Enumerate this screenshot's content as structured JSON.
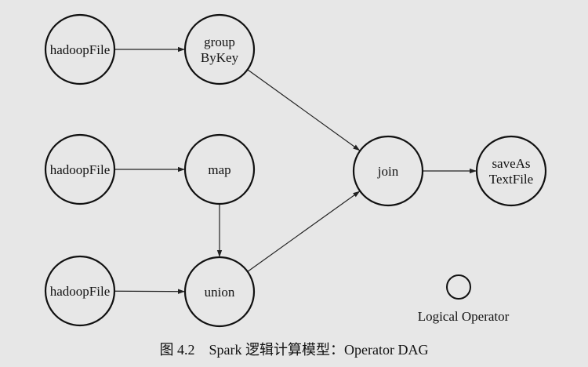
{
  "diagram": {
    "nodes": [
      {
        "id": "hf1",
        "lines": [
          "hadoopFile"
        ]
      },
      {
        "id": "hf2",
        "lines": [
          "hadoopFile"
        ]
      },
      {
        "id": "hf3",
        "lines": [
          "hadoopFile"
        ]
      },
      {
        "id": "groupByKey",
        "lines": [
          "group",
          "ByKey"
        ]
      },
      {
        "id": "map",
        "lines": [
          "map"
        ]
      },
      {
        "id": "union",
        "lines": [
          "union"
        ]
      },
      {
        "id": "join",
        "lines": [
          "join"
        ]
      },
      {
        "id": "saveAsTextFile",
        "lines": [
          "saveAs",
          "TextFile"
        ]
      }
    ],
    "edges": [
      {
        "from": "hf1",
        "to": "groupByKey"
      },
      {
        "from": "hf2",
        "to": "map"
      },
      {
        "from": "hf3",
        "to": "union"
      },
      {
        "from": "map",
        "to": "union"
      },
      {
        "from": "groupByKey",
        "to": "join"
      },
      {
        "from": "union",
        "to": "join"
      },
      {
        "from": "join",
        "to": "saveAsTextFile"
      }
    ]
  },
  "legend": {
    "label": "Logical Operator"
  },
  "caption": "图 4.2　Spark 逻辑计算模型：Operator DAG"
}
